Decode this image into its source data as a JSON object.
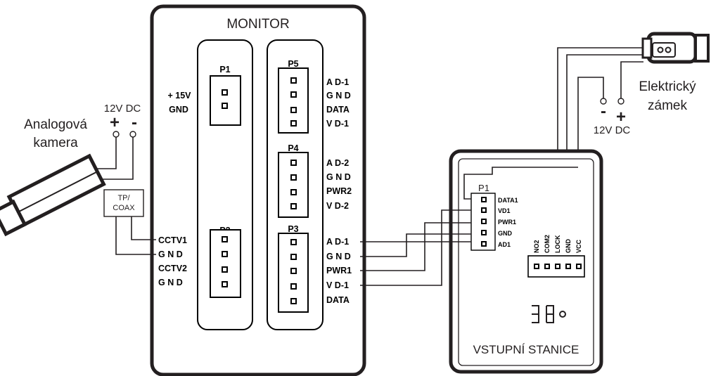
{
  "monitor": {
    "title": "MONITOR",
    "p1": {
      "label": "P1",
      "pins": [
        "+ 15V",
        "GND"
      ]
    },
    "p2": {
      "label": "P2",
      "pins": [
        "CCTV1",
        "G N D",
        "CCTV2",
        "G N D"
      ]
    },
    "p5": {
      "label": "P5",
      "pins": [
        "A D-1",
        "G N D",
        "DATA",
        "V D-1"
      ]
    },
    "p4": {
      "label": "P4",
      "pins": [
        "A D-2",
        "G N D",
        "PWR2",
        "V D-2"
      ]
    },
    "p3": {
      "label": "P3",
      "pins": [
        "A D-1",
        "G N D",
        "PWR1",
        "V D-1",
        "DATA"
      ]
    }
  },
  "camera": {
    "label_line1": "Analogová",
    "label_line2": "kamera",
    "supply": "12V DC",
    "plus": "+",
    "minus": "-"
  },
  "converter": {
    "line1": "TP/",
    "line2": "COAX"
  },
  "lock": {
    "label_line1": "Elektrický",
    "label_line2": "zámek",
    "supply": "12V DC",
    "plus": "+",
    "minus": "-"
  },
  "station": {
    "title": "VSTUPNÍ STANICE",
    "p1_label": "P1",
    "p1_pins": [
      "DATA1",
      "VD1",
      "PWR1",
      "GND",
      "AD1"
    ],
    "terminals": [
      "NO2",
      "COM2",
      "LOCK",
      "GND",
      "VCC"
    ]
  }
}
